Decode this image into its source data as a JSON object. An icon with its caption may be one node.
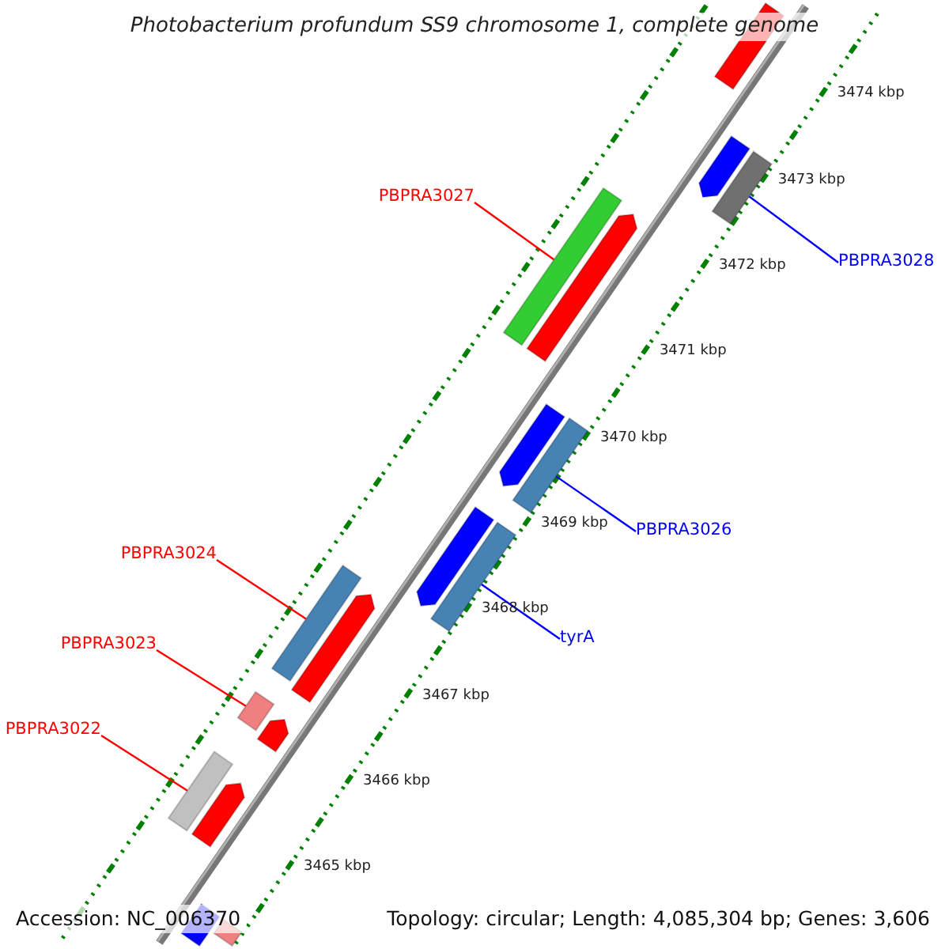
{
  "diagram": {
    "title": "Photobacterium profundum SS9 chromosome 1, complete genome",
    "nodes": [
      {
        "text": [
          "PBPRA3027"
        ]
      },
      {
        "text": [
          "PBPRA3028"
        ]
      },
      {
        "text": [
          "PBPRA3026"
        ]
      },
      {
        "text": [
          "PBPRA3024"
        ]
      },
      {
        "text": [
          "tyrA"
        ]
      },
      {
        "text": [
          "PBPRA3023"
        ]
      },
      {
        "text": [
          "PBPRA3022"
        ]
      },
      {
        "text": [],
        "shape": "bar"
      },
      {
        "text": [],
        "shape": "bar"
      },
      {
        "text": [],
        "shape": "bar"
      },
      {
        "text": [],
        "shape": "bar"
      },
      {
        "text": [],
        "shape": "bar"
      },
      {
        "text": [],
        "shape": "bar"
      },
      {
        "text": [],
        "shape": "bar"
      }
    ],
    "edges": [
      {
        "from": 0,
        "to": 8,
        "arrow": "none"
      },
      {
        "from": 1,
        "to": 7,
        "arrow": "none",
        "color": "#0000ff"
      },
      {
        "from": 2,
        "to": 9,
        "arrow": "none",
        "color": "#0000ff"
      },
      {
        "from": 3,
        "to": 11,
        "arrow": "none"
      },
      {
        "from": 4,
        "to": 10,
        "arrow": "none",
        "color": "#0000ff"
      },
      {
        "from": 5,
        "to": 12,
        "arrow": "none"
      },
      {
        "from": 6,
        "to": 13,
        "arrow": "none"
      }
    ],
    "labels": [
      "3474 kbp",
      "3473 kbp",
      "3472 kbp",
      "3471 kbp",
      "3470 kbp",
      "3469 kbp",
      "3468 kbp",
      "3467 kbp",
      "3466 kbp",
      "3465 kbp",
      "Accession: NC_006370",
      "Topology: circular; Length: 4,085,304 bp; Genes: 3,606"
    ]
  }
}
